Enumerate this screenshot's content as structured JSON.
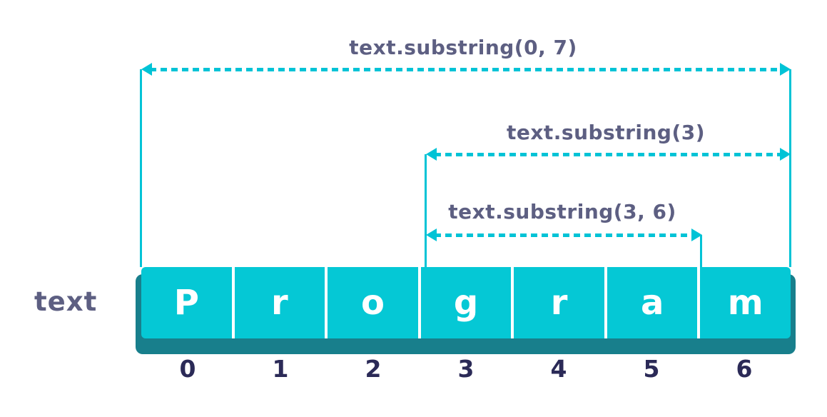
{
  "variable_label": "text",
  "string_value": "Program",
  "cells": [
    {
      "char": "P",
      "index": "0"
    },
    {
      "char": "r",
      "index": "1"
    },
    {
      "char": "o",
      "index": "2"
    },
    {
      "char": "g",
      "index": "3"
    },
    {
      "char": "r",
      "index": "4"
    },
    {
      "char": "a",
      "index": "5"
    },
    {
      "char": "m",
      "index": "6"
    }
  ],
  "annotations": [
    {
      "label": "text.substring(0, 7)",
      "from_index": 0,
      "to_index": 7
    },
    {
      "label": "text.substring(3)",
      "from_index": 3
    },
    {
      "label": "text.substring(3, 6)",
      "from_index": 3,
      "to_index": 6
    }
  ],
  "colors": {
    "bar_teal": "#05c8d5",
    "bar_shadow_teal": "#187f8c",
    "arrow_teal": "#00c3d6",
    "label_slate": "#5d5f82",
    "index_navy": "#2b2a57",
    "cell_text": "#ffffff",
    "background": "#ffffff"
  }
}
